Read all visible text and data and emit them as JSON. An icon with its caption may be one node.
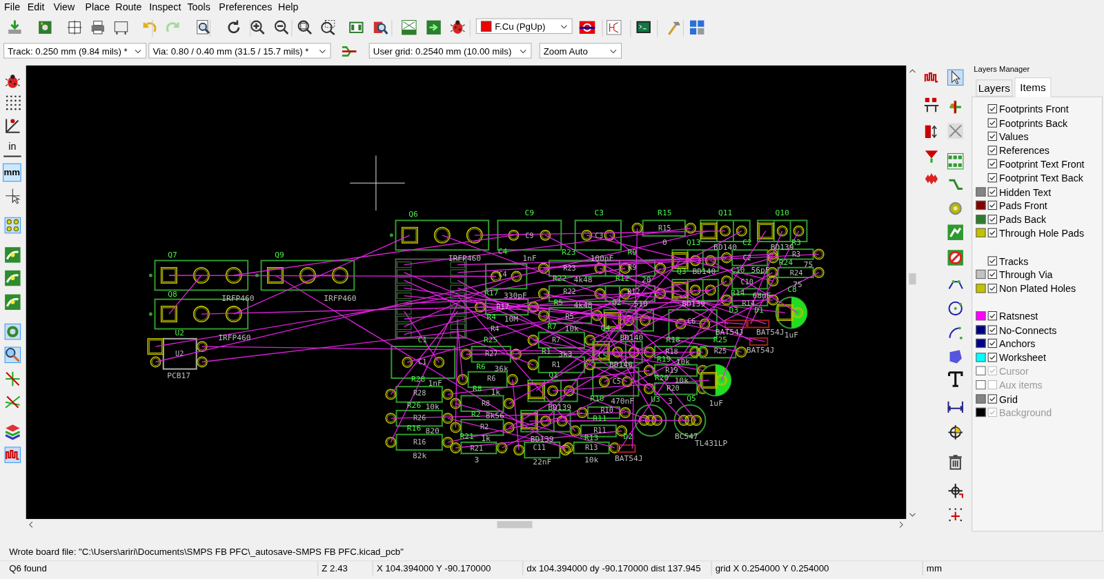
{
  "diagram": {
    "labels": [
      "File",
      "Edit",
      "View",
      "Place",
      "Route",
      "Inspect",
      "Tools",
      "Preferences",
      "Help",
      "F.Cu (PgUp)",
      "Track: 0.250 mm (9.84 mils) *",
      "Via: 0.80 / 0.40 mm (31.5 / 15.7 mils) *",
      "User grid: 0.2540 mm (10.00 mils)",
      "Zoom Auto",
      "in",
      "mm",
      "Q6",
      "IRFP460",
      "C9",
      "C9",
      "1nF",
      "C3",
      "C3",
      "100nF",
      "R15",
      "R15",
      "0",
      "Q11",
      "BD140",
      "Q10",
      "BD139",
      "Q7",
      "Q9",
      "C4",
      "R23",
      "R9",
      "Q13",
      "C2",
      "R3",
      "R23",
      "R9",
      "C4",
      "C2",
      "R3",
      "R24",
      "75",
      "R24",
      "IRFP460",
      "IRFP460",
      "4k48",
      "R22",
      "20",
      "R12",
      "Q3",
      "BD140",
      "C10",
      "56pF",
      "C10",
      "75",
      "R22",
      "R12",
      "C8",
      "Q8",
      "R17",
      "330pF",
      "R14",
      "68nF",
      "R14",
      "R5",
      "4k48",
      "Q2",
      "510",
      "BD139",
      "R17",
      "D3",
      "D1",
      "R5",
      "C6",
      "R4",
      "10M",
      "R4",
      "R7",
      "10k",
      "Q4",
      "BAT54J",
      "BAT54J",
      "U2",
      "1uF",
      "IRFP460",
      "BD140",
      "C1",
      "R25",
      "R18",
      "R25",
      "R7",
      "BAT54J",
      "R18",
      "R25",
      "R1",
      "3k3",
      "R27",
      "U2",
      "R19",
      "10k",
      "C1",
      "BD140",
      "C5",
      "R1",
      "R6",
      "36k",
      "R19",
      "Q1",
      "PCB17",
      "R20",
      "10k",
      "R28",
      "1nF",
      "R6",
      "C5",
      "R20",
      "R8",
      "1k",
      "R28",
      "R10",
      "470nF",
      "U3",
      "Q5",
      "3",
      "1uF",
      "R8",
      "R26",
      "10k",
      "BD139",
      "R10",
      "R2",
      "8k56",
      "R26",
      "R11",
      "R2",
      "R16",
      "820",
      "R11",
      "R21",
      "1k",
      "D2",
      "BC547",
      "TL431LP",
      "R13",
      "BD139",
      "R16",
      "R21",
      "C11",
      "R13",
      "82k",
      "3",
      "10k",
      "BAT54J",
      "22nF",
      "Layers Manager",
      "Layers",
      "Items",
      "Wrote board file: \"C:\\Users\\ariri\\Documents\\SMPS FB PFC\\_autosave-SMPS FB PFC.kicad_pcb\"",
      "Q6 found",
      "Z 2.43",
      "X 104.394000  Y -90.170000",
      "dx 104.394000  dy -90.170000  dist 137.945",
      "grid X 0.254000  Y 0.254000",
      "mm"
    ],
    "legend": [
      {
        "text": "Footprints Front"
      },
      {
        "text": "Footprints Back"
      },
      {
        "text": "Values"
      },
      {
        "text": "References"
      },
      {
        "text": "Footprint Text Front"
      },
      {
        "text": "Footprint Text Back"
      },
      {
        "text": "Hidden Text",
        "color": "#848484"
      },
      {
        "text": "Pads Front",
        "color": "#840000"
      },
      {
        "text": "Pads Back",
        "color": "#2e7d2e"
      },
      {
        "text": "Through Hole Pads",
        "color": "#c2c200"
      },
      {
        "text": "Tracks"
      },
      {
        "text": "Through Via",
        "color": "#c2c2c2"
      },
      {
        "text": "Non Plated Holes",
        "color": "#c2c200"
      },
      {
        "text": "Ratsnest",
        "color": "#ff00ff"
      },
      {
        "text": "No-Connects",
        "color": "#000084"
      },
      {
        "text": "Anchors",
        "color": "#000084"
      },
      {
        "text": "Worksheet",
        "color": "#00ffff"
      },
      {
        "text": "Cursor",
        "color": "#ffffff"
      },
      {
        "text": "Aux items",
        "color": "#ffffff"
      },
      {
        "text": "Grid",
        "color": "#848484"
      },
      {
        "text": "Background",
        "color": "#000000"
      }
    ]
  }
}
